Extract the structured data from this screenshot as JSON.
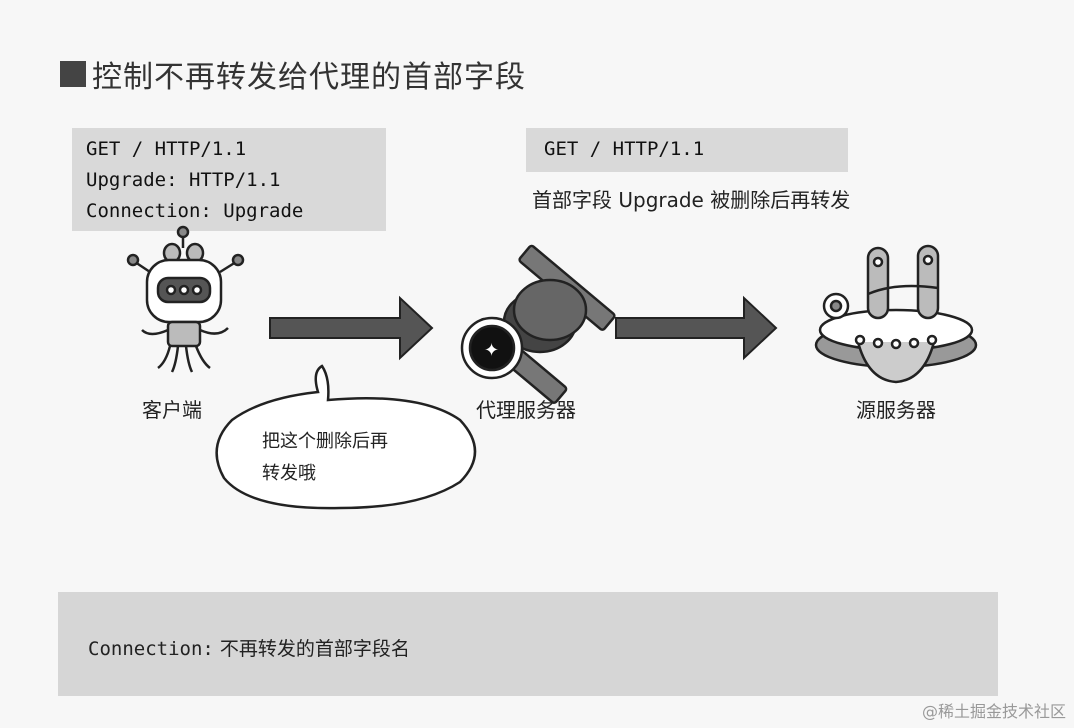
{
  "title": "控制不再转发给代理的首部字段",
  "request_left": {
    "line1": "GET / HTTP/1.1",
    "line2": "Upgrade: HTTP/1.1",
    "line3": "Connection: Upgrade"
  },
  "request_right": {
    "line1": "GET / HTTP/1.1"
  },
  "upgrade_caption": "首部字段 Upgrade 被删除后再转发",
  "nodes": {
    "client": "客户端",
    "proxy": "代理服务器",
    "origin": "源服务器"
  },
  "speech_bubble": {
    "line1": "把这个删除后再",
    "line2": "转发哦"
  },
  "footer": {
    "label": "Connection:",
    "text": " 不再转发的首部字段名"
  },
  "watermark": "@稀土掘金技术社区"
}
